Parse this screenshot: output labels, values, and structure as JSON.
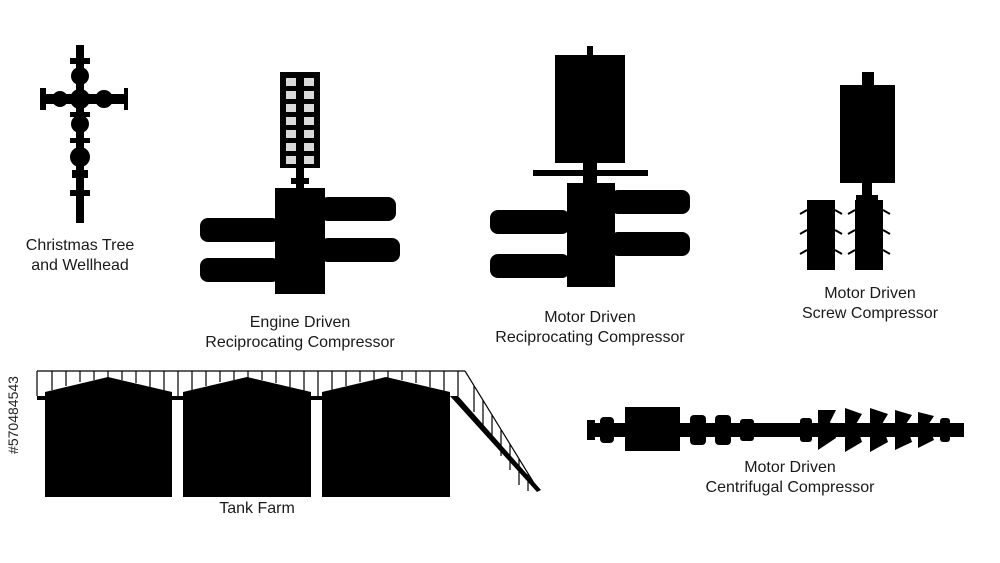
{
  "labels": {
    "christmas_tree": [
      "Christmas Tree",
      "and Wellhead"
    ],
    "engine_recip": [
      "Engine Driven",
      "Reciprocating Compressor"
    ],
    "motor_recip": [
      "Motor Driven",
      "Reciprocating Compressor"
    ],
    "motor_screw": [
      "Motor Driven",
      "Screw Compressor"
    ],
    "tank_farm": [
      "Tank Farm"
    ],
    "motor_centrifugal": [
      "Motor Driven",
      "Centrifugal Compressor"
    ]
  },
  "watermark": {
    "stock_id": "#570484543"
  },
  "colors": {
    "silhouette": "#000000",
    "background": "#ffffff",
    "engine_cells": "#d9d9d9"
  }
}
